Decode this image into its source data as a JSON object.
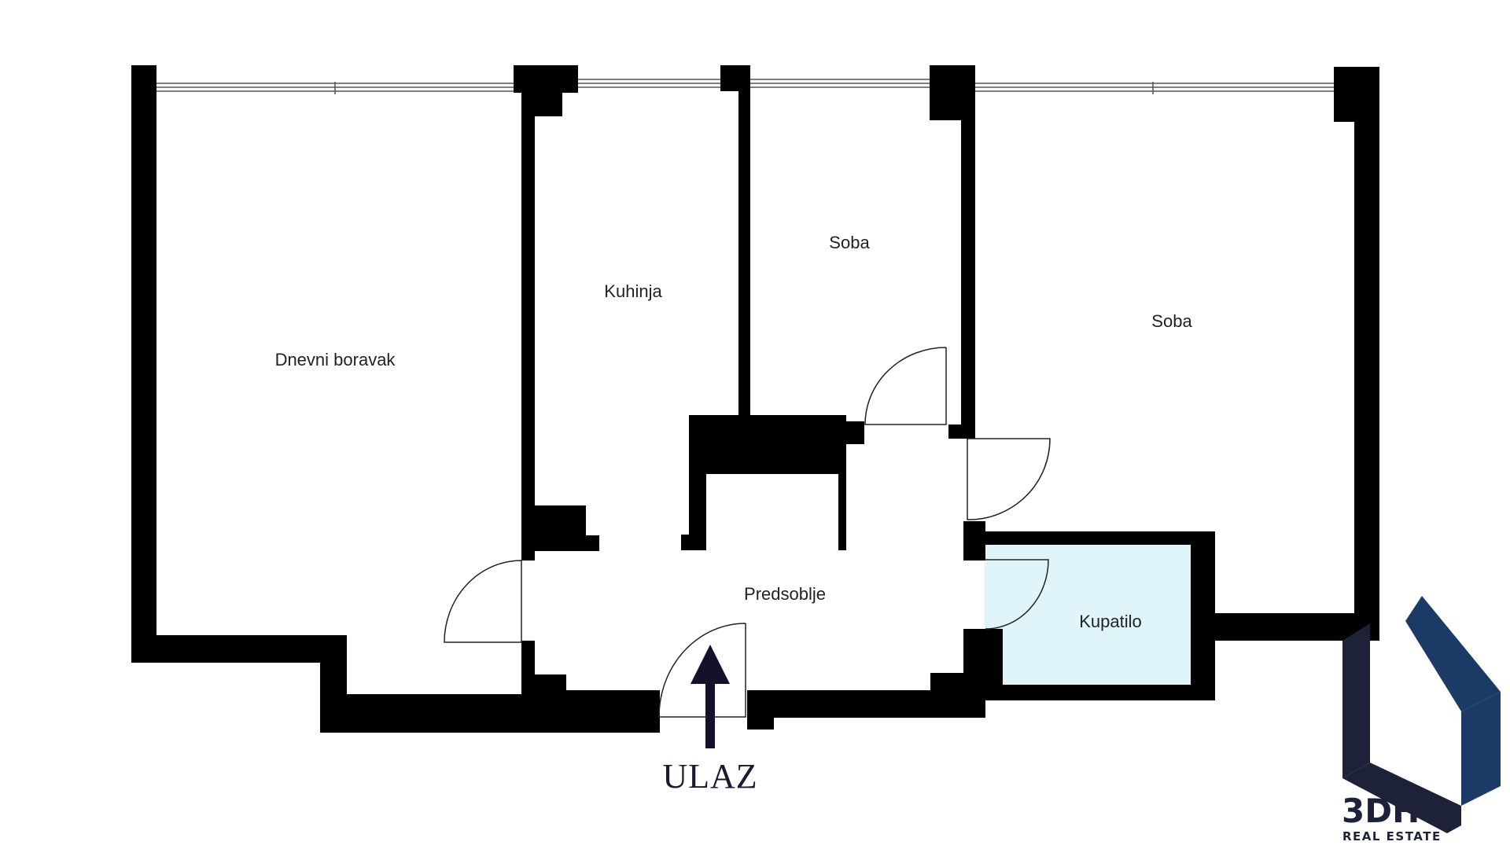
{
  "rooms": {
    "living_room": "Dnevni boravak",
    "kitchen": "Kuhinja",
    "room_1": "Soba",
    "room_2": "Soba",
    "hallway": "Predsoblje",
    "bathroom": "Kupatilo"
  },
  "entrance": {
    "label": "ULAZ"
  },
  "brand": {
    "name": "3DH",
    "tagline": "REAL ESTATE"
  },
  "colors": {
    "wall": "#000000",
    "floor": "#ffffff",
    "bathroom_floor": "#dff5fa",
    "arrow": "#15112b",
    "logo_dark": "#1d2238",
    "logo_blue": "#1c3a66"
  }
}
